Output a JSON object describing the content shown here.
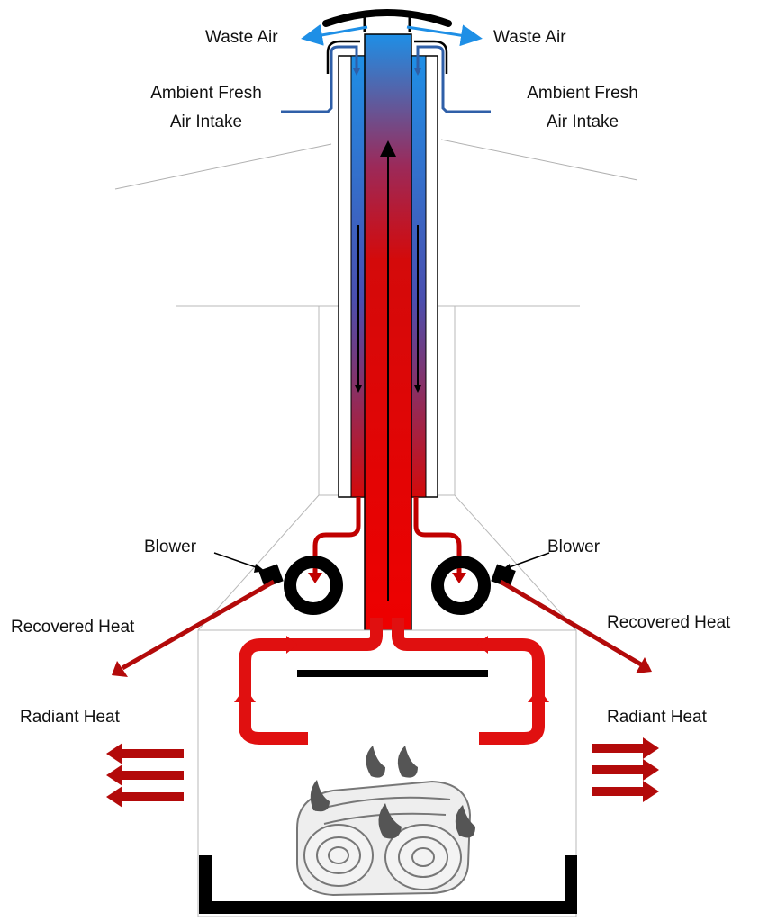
{
  "labels": {
    "waste_air_left": "Waste Air",
    "waste_air_right": "Waste Air",
    "fresh_air_left": "Ambient Fresh\nAir Intake",
    "fresh_air_right": "Ambient Fresh\nAir Intake",
    "blower_left": "Blower",
    "blower_right": "Blower",
    "recovered_heat_left": "Recovered Heat",
    "recovered_heat_right": "Recovered Heat",
    "radiant_heat_left": "Radiant Heat",
    "radiant_heat_right": "Radiant Heat"
  },
  "colors": {
    "hot": "#e80000",
    "hot_dark": "#b30a0a",
    "cold": "#1e8fe6",
    "duct_blue": "#2f5fa8",
    "outline": "#000000",
    "smoke_gray": "#555555"
  }
}
